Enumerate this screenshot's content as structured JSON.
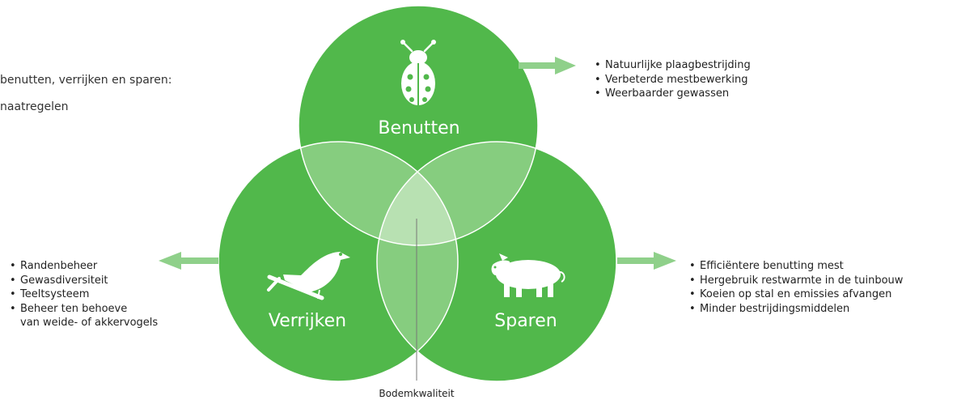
{
  "intro": {
    "line1": "benutten, verrijken en sparen:",
    "line2": "naatregelen"
  },
  "circles": {
    "benutten": {
      "label": "Benutten",
      "icon": "ladybug-icon",
      "bullets": [
        "Natuurlijke plaagbestrijding",
        "Verbeterde mestbewerking",
        "Weerbaarder gewassen"
      ]
    },
    "verrijken": {
      "label": "Verrijken",
      "icon": "bird-icon",
      "bullets": [
        "Randenbeheer",
        "Gewasdiversiteit",
        "Teeltsysteem"
      ],
      "multiline": {
        "line1": "Beheer ten behoeve",
        "line2": "van weide- of akkervogels"
      }
    },
    "sparen": {
      "label": "Sparen",
      "icon": "pig-icon",
      "bullets": [
        "Efficiëntere benutting mest",
        "Hergebruik restwarmte in de tuinbouw",
        "Koeien op stal en emissies afvangen",
        "Minder bestrijdingsmiddelen"
      ]
    }
  },
  "center": {
    "label": "Bodemkwaliteit"
  },
  "colors": {
    "circle": "#51b84b",
    "overlap_two": "#86cd7f",
    "overlap_three": "#b8e1b2",
    "arrow": "#8fd08a",
    "stroke": "#ffffff"
  }
}
